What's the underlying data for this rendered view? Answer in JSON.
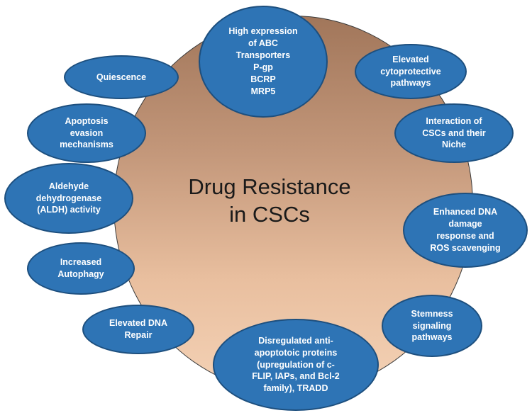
{
  "diagram": {
    "type": "radial-concept-diagram",
    "center": {
      "title": "Drug Resistance\nin CSCs"
    },
    "colors": {
      "node_fill": "#2e74b5",
      "node_border": "#1d4f7e",
      "node_text": "#ffffff",
      "circle_gradient_top": "#a1765a",
      "circle_gradient_bottom": "#f4d2b6",
      "center_text": "#1a1a1a"
    },
    "nodes": [
      {
        "id": "quiescence",
        "label": "Quiescence"
      },
      {
        "id": "abc-transporters",
        "label": "High expression\nof ABC\nTransporters\nP-gp\nBCRP\nMRP5"
      },
      {
        "id": "cytoprotective-pathways",
        "label": "Elevated\ncytoprotective\npathways"
      },
      {
        "id": "cscs-niche",
        "label": "Interaction of\nCSCs and their\nNiche"
      },
      {
        "id": "dna-damage-response",
        "label": "Enhanced DNA\ndamage\nresponse and\nROS scavenging"
      },
      {
        "id": "stemness-signaling",
        "label": "Stemness\nsignaling\npathways"
      },
      {
        "id": "anti-apoptotic-proteins",
        "label": "Disregulated anti-\napoptotoic proteins\n(upregulation of c-\nFLIP, IAPs, and Bcl-2\nfamily), TRADD"
      },
      {
        "id": "dna-repair",
        "label": "Elevated DNA\nRepair"
      },
      {
        "id": "autophagy",
        "label": "Increased\nAutophagy"
      },
      {
        "id": "aldh-activity",
        "label": "Aldehyde\ndehydrogenase\n(ALDH) activity"
      },
      {
        "id": "apoptosis-evasion",
        "label": "Apoptosis\nevasion\nmechanisms"
      }
    ]
  }
}
